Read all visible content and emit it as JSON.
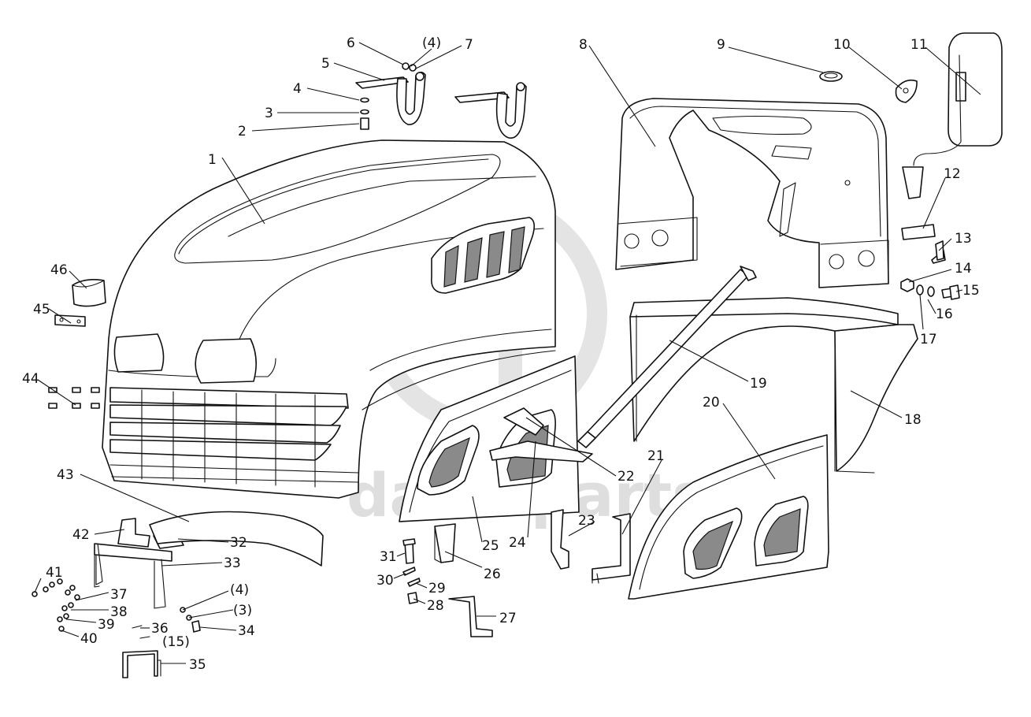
{
  "watermark": {
    "text": "dasa-parts",
    "color": "#c4c4c4"
  },
  "callouts": [
    {
      "id": "c1",
      "text": "1"
    },
    {
      "id": "c2",
      "text": "2"
    },
    {
      "id": "c3",
      "text": "3"
    },
    {
      "id": "c4",
      "text": "4"
    },
    {
      "id": "c5",
      "text": "5"
    },
    {
      "id": "c6",
      "text": "6"
    },
    {
      "id": "c4b",
      "text": "(4)"
    },
    {
      "id": "c7",
      "text": "7"
    },
    {
      "id": "c8",
      "text": "8"
    },
    {
      "id": "c9",
      "text": "9"
    },
    {
      "id": "c10",
      "text": "10"
    },
    {
      "id": "c11",
      "text": "11"
    },
    {
      "id": "c12",
      "text": "12"
    },
    {
      "id": "c13",
      "text": "13"
    },
    {
      "id": "c14",
      "text": "14"
    },
    {
      "id": "c15",
      "text": "15"
    },
    {
      "id": "c16",
      "text": "16"
    },
    {
      "id": "c17",
      "text": "17"
    },
    {
      "id": "c18",
      "text": "18"
    },
    {
      "id": "c19",
      "text": "19"
    },
    {
      "id": "c20",
      "text": "20"
    },
    {
      "id": "c21",
      "text": "21"
    },
    {
      "id": "c22",
      "text": "22"
    },
    {
      "id": "c23",
      "text": "23"
    },
    {
      "id": "c24",
      "text": "24"
    },
    {
      "id": "c25",
      "text": "25"
    },
    {
      "id": "c26",
      "text": "26"
    },
    {
      "id": "c27",
      "text": "27"
    },
    {
      "id": "c28",
      "text": "28"
    },
    {
      "id": "c29",
      "text": "29"
    },
    {
      "id": "c30",
      "text": "30"
    },
    {
      "id": "c31",
      "text": "31"
    },
    {
      "id": "c32",
      "text": "32"
    },
    {
      "id": "c33",
      "text": "33"
    },
    {
      "id": "c34",
      "text": "34"
    },
    {
      "id": "c3b",
      "text": "(3)"
    },
    {
      "id": "c4c",
      "text": "(4)"
    },
    {
      "id": "c35",
      "text": "35"
    },
    {
      "id": "c36",
      "text": "36"
    },
    {
      "id": "c15b",
      "text": "(15)"
    },
    {
      "id": "c37",
      "text": "37"
    },
    {
      "id": "c38",
      "text": "38"
    },
    {
      "id": "c39",
      "text": "39"
    },
    {
      "id": "c40",
      "text": "40"
    },
    {
      "id": "c41",
      "text": "41"
    },
    {
      "id": "c42",
      "text": "42"
    },
    {
      "id": "c43",
      "text": "43"
    },
    {
      "id": "c44",
      "text": "44"
    },
    {
      "id": "c45",
      "text": "45"
    },
    {
      "id": "c46",
      "text": "46"
    }
  ]
}
